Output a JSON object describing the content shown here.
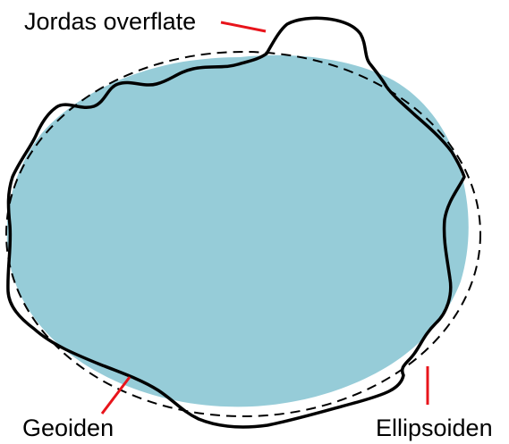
{
  "labels": {
    "earth_surface": "Jordas overflate",
    "geoid": "Geoiden",
    "ellipsoid": "Ellipsoiden"
  },
  "colors": {
    "geoid_fill": "#96ccd8",
    "surface_stroke": "#000000",
    "ellipsoid_stroke": "#000000",
    "leader_line": "#e8141b",
    "label_text": "#000000"
  }
}
